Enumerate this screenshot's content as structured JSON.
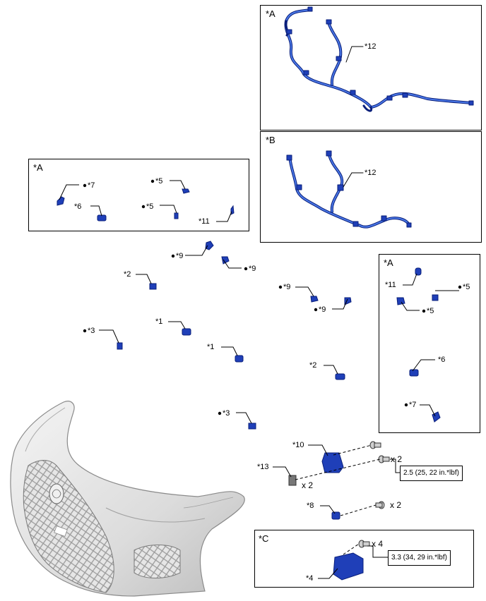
{
  "labels": {
    "box_a1": "*A",
    "box_b": "*B",
    "box_a_left": "*A",
    "box_a_right": "*A",
    "box_c": "*C",
    "p12_top": "*12",
    "p12_mid": "*12",
    "l_p7": "*7",
    "l_p6": "*6",
    "l_p5_a": "*5",
    "l_p5_b": "*5",
    "l_p11": "*11",
    "m_p9_a": "*9",
    "m_p9_b": "*9",
    "m_p2": "*2",
    "m_p1_a": "*1",
    "m_p3_a": "*3",
    "m_p1_b": "*1",
    "m_p9_c": "*9",
    "m_p9_d": "*9",
    "m_p2_b": "*2",
    "m_p3_b": "*3",
    "r_p11": "*11",
    "r_p5_a": "*5",
    "r_p5_b": "*5",
    "r_p6": "*6",
    "r_p7": "*7",
    "p10": "*10",
    "p13": "*13",
    "p8": "*8",
    "p4": "*4"
  },
  "quantities": {
    "q10_bolt": "x 2",
    "q13_nut": "x 2",
    "q8_bolt": "x 2",
    "q4_bolt": "x 4"
  },
  "torques": {
    "t1": "2.5 (25, 22 in.*lbf)",
    "t2": "3.3 (34, 29 in.*lbf)"
  },
  "colors": {
    "part_blue": "#1f3fb8",
    "part_dark": "#0a1f7a",
    "part_light": "#4a78e8",
    "bumper_gray": "#d8d8d8"
  },
  "icons": {
    "new_part_marker": "bullet-dot"
  }
}
